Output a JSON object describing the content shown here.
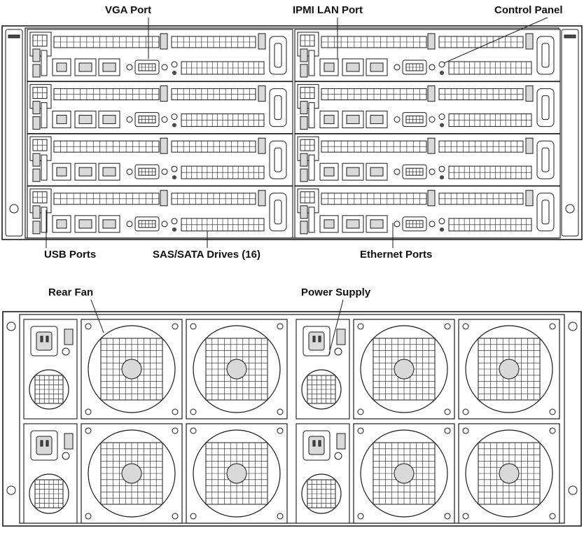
{
  "front_view": {
    "labels": {
      "vga_port": "VGA Port",
      "ipmi_lan_port": "IPMI LAN Port",
      "control_panel": "Control Panel",
      "usb_ports": "USB Ports",
      "drives": "SAS/SATA Drives (16)",
      "ethernet_ports": "Ethernet Ports"
    },
    "columns": 2,
    "rows": 4
  },
  "rear_view": {
    "labels": {
      "rear_fan": "Rear Fan",
      "power_supply": "Power Supply"
    },
    "columns": 2,
    "rows": 2
  },
  "colors": {
    "line": "#1a1a1a",
    "panel": "#ffffff",
    "shade": "#d9d9d9",
    "dark": "#4a4a4a"
  }
}
